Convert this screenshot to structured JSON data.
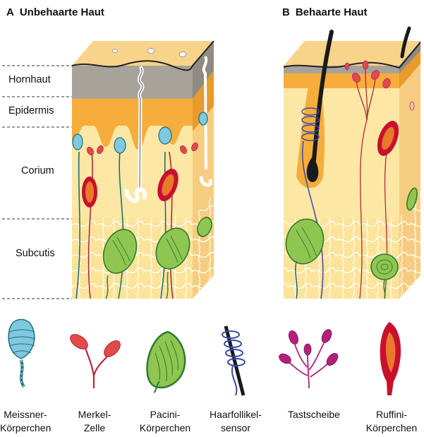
{
  "panels": {
    "a": {
      "letter": "A",
      "title": "Unbehaarte Haut"
    },
    "b": {
      "letter": "B",
      "title": "Behaarte Haut"
    }
  },
  "layers": {
    "hornhaut": "Hornhaut",
    "epidermis": "Epidermis",
    "corium": "Corium",
    "subcutis": "Subcutis"
  },
  "legend": {
    "meissner": "Meissner-\nKörperchen",
    "merkel": "Merkel-\nZelle",
    "pacini": "Pacini-\nKörperchen",
    "haarfollikel": "Haarfollikel-\nsensor",
    "tastscheibe": "Tastscheibe",
    "ruffini": "Ruffini-\nKörperchen"
  },
  "colors": {
    "hornhaut": "#a8a39a",
    "epidermis": "#f6ad3c",
    "corium": "#fde7a4",
    "subcutis": "#fbe39a",
    "top_surface": "#f7cf82",
    "meissner": "#7fc8e0",
    "merkel": "#e04a4a",
    "pacini": "#8fc551",
    "ruffini_outer": "#c8102e",
    "ruffini_inner": "#e87a2a",
    "nerve_teal": "#1f6f74",
    "nerve_red": "#b12a3a",
    "nerve_blue": "#3a4aa8",
    "tastscheibe": "#b2207a",
    "hair": "#1a1a1a"
  }
}
